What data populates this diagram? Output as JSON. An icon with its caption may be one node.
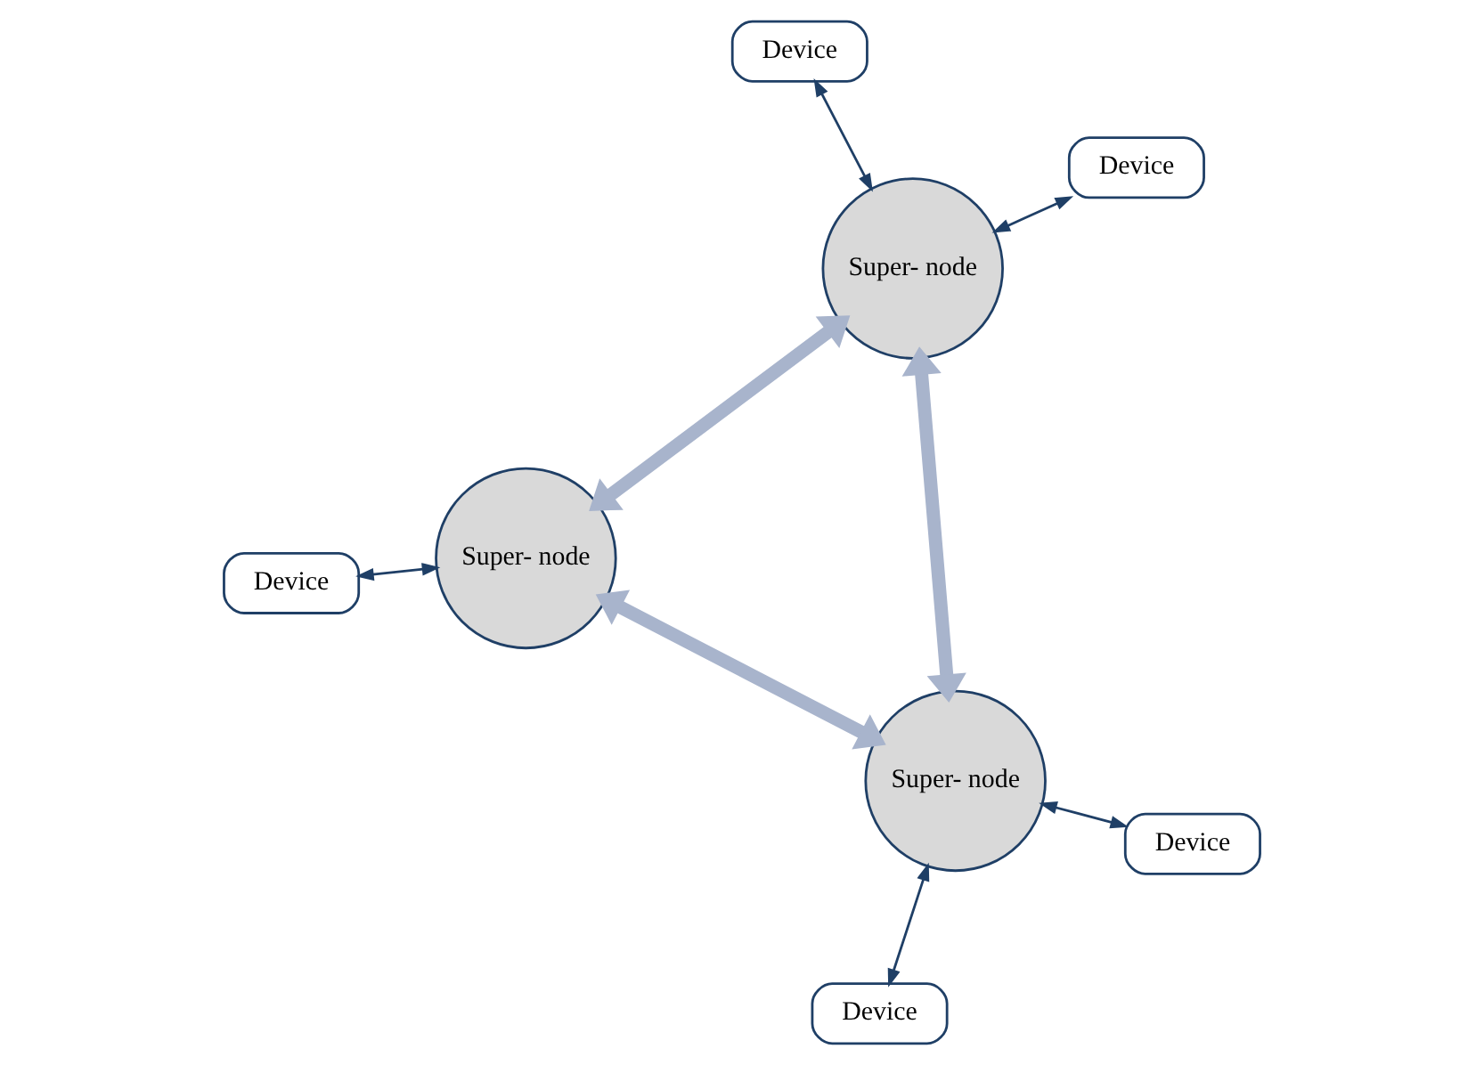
{
  "diagram": {
    "nodes": [
      {
        "text": [
          "Super- node"
        ]
      },
      {
        "text": [
          "Device"
        ]
      },
      {
        "text": [
          "Device"
        ]
      },
      {
        "text": [
          "Device"
        ]
      },
      {
        "text": [
          "Super- node"
        ]
      },
      {
        "text": [
          "Super- node"
        ]
      },
      {
        "text": [
          "Device"
        ]
      },
      {
        "text": [
          "Device"
        ]
      }
    ],
    "edges": [
      {
        "from": 0,
        "to": 1,
        "arrow": "both"
      },
      {
        "from": 2,
        "to": 0,
        "arrow": "both"
      },
      {
        "from": 0,
        "to": 4,
        "arrow": "both",
        "style": "thick",
        "color": "#a8b4cc"
      },
      {
        "from": 0,
        "to": 5,
        "arrow": "both",
        "style": "thick",
        "color": "#a8b4cc"
      },
      {
        "from": 3,
        "to": 5,
        "arrow": "both"
      },
      {
        "from": 4,
        "to": 5,
        "arrow": "both",
        "style": "thick",
        "color": "#a8b4cc"
      },
      {
        "from": 4,
        "to": 6,
        "arrow": "both"
      },
      {
        "from": 7,
        "to": 5,
        "arrow": "both"
      }
    ]
  }
}
